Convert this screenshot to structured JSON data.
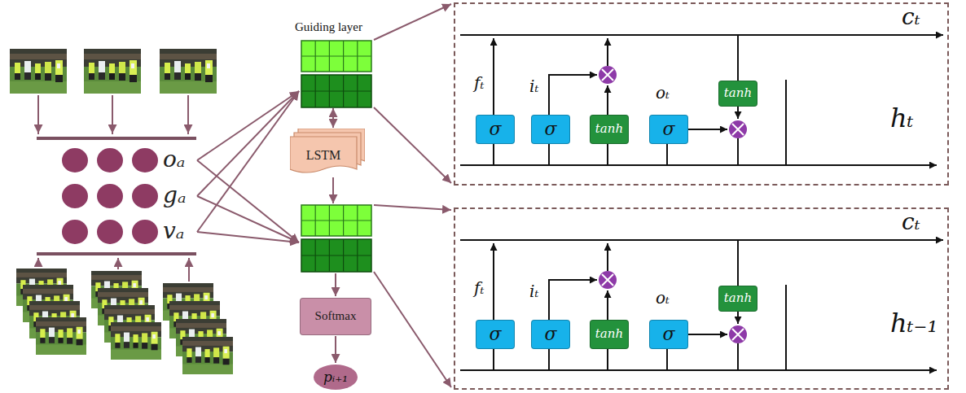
{
  "diagram": {
    "nodes": [
      {
        "text": [
          "Guiding layer"
        ]
      },
      {
        "text": [
          "LSTM"
        ]
      },
      {
        "text": [
          "Softmax"
        ]
      },
      {
        "text": [
          "pᵢ₊₁"
        ]
      },
      {
        "text": [
          "cₜ",
          "fₜ",
          "iₜ",
          "oₜ",
          "hₜ"
        ]
      },
      {
        "text": [
          "σ"
        ],
        "in": 4
      },
      {
        "text": [
          "σ"
        ],
        "in": 4
      },
      {
        "text": [
          "tanh"
        ],
        "in": 4
      },
      {
        "text": [
          "σ"
        ],
        "in": 4
      },
      {
        "text": [
          "tanh"
        ],
        "in": 4
      },
      {
        "text": [
          "cₜ",
          "fₜ",
          "iₜ",
          "oₜ",
          "hₜ₋₁"
        ]
      },
      {
        "text": [
          "σ"
        ],
        "in": 10
      },
      {
        "text": [
          "σ"
        ],
        "in": 10
      },
      {
        "text": [
          "tanh"
        ],
        "in": 10
      },
      {
        "text": [
          "σ"
        ],
        "in": 10
      },
      {
        "text": [
          "tanh"
        ],
        "in": 10
      }
    ],
    "edges": [
      {
        "from": 0,
        "to": 1,
        "arrow": "to"
      },
      {
        "from": 1,
        "to": 0,
        "arrow": "to"
      },
      {
        "from": 2,
        "to": 3,
        "arrow": "to"
      }
    ],
    "labels": [
      "oₐ",
      "gₐ",
      "vₐ"
    ]
  }
}
